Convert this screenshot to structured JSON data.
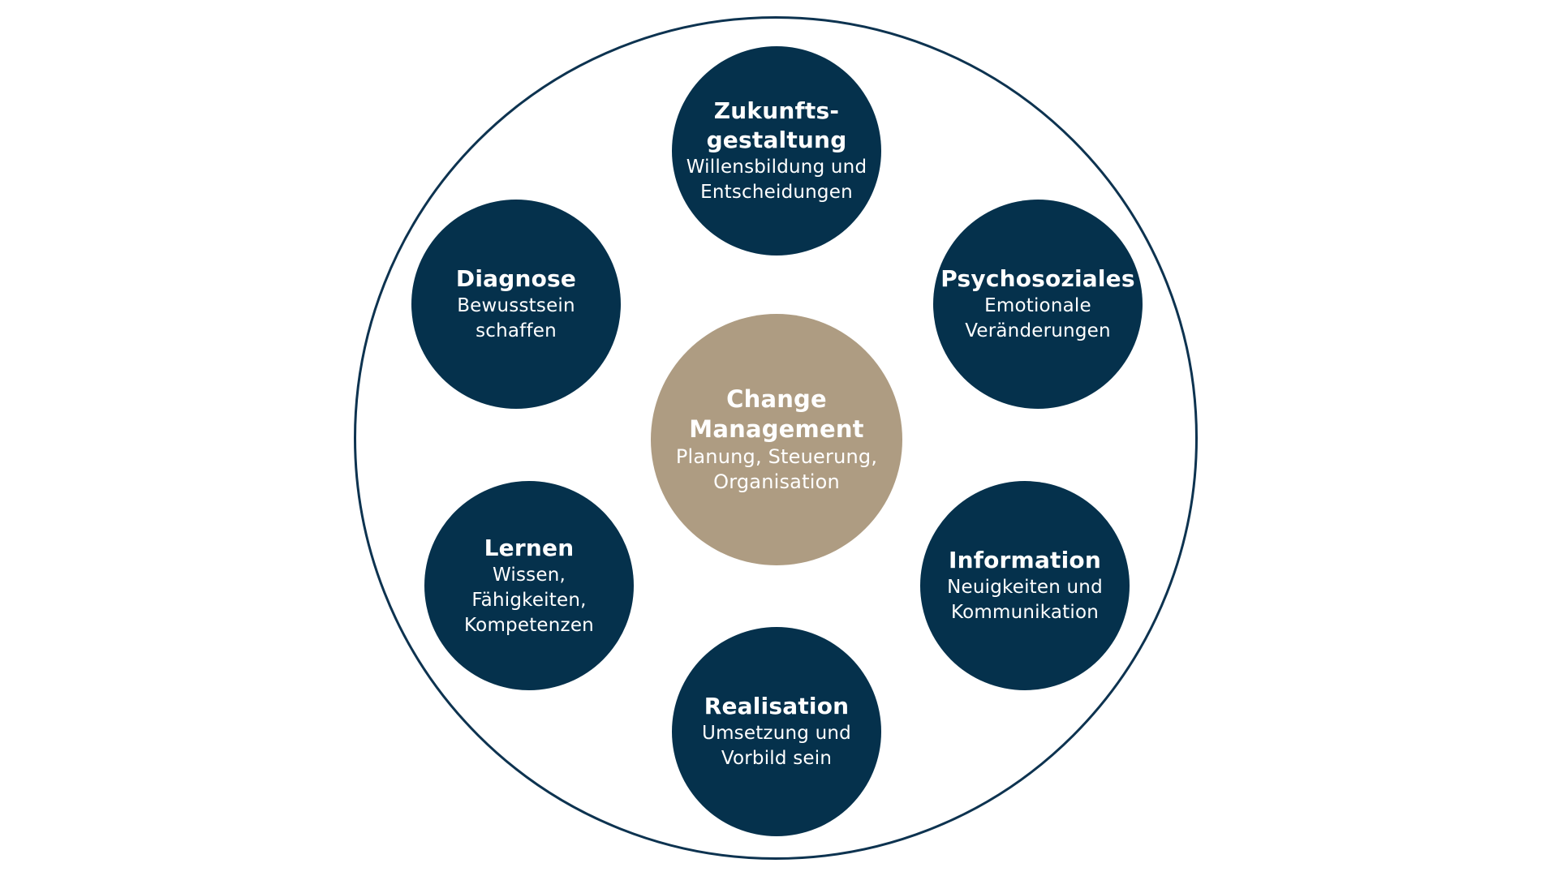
{
  "diagram": {
    "center": {
      "title": "Change\nManagement",
      "subtitle": "Planung, Steuerung,\nOrganisation"
    },
    "nodes": [
      {
        "key": "zukunft",
        "title": "Zukunfts-\ngestaltung",
        "subtitle": "Willensbildung und\nEntscheidungen"
      },
      {
        "key": "diagnose",
        "title": "Diagnose",
        "subtitle": "Bewusstsein\nschaffen"
      },
      {
        "key": "psycho",
        "title": "Psychosoziales",
        "subtitle": "Emotionale\nVeränderungen"
      },
      {
        "key": "lernen",
        "title": "Lernen",
        "subtitle": "Wissen,\nFähigkeiten,\nKompetenzen"
      },
      {
        "key": "info",
        "title": "Information",
        "subtitle": "Neuigkeiten und\nKommunikation"
      },
      {
        "key": "realis",
        "title": "Realisation",
        "subtitle": "Umsetzung und\nVorbild sein"
      }
    ],
    "colors": {
      "node_fill": "#05314c",
      "center_fill": "#ae9c82",
      "ring_stroke": "#0d3350",
      "text": "#ffffff"
    }
  }
}
